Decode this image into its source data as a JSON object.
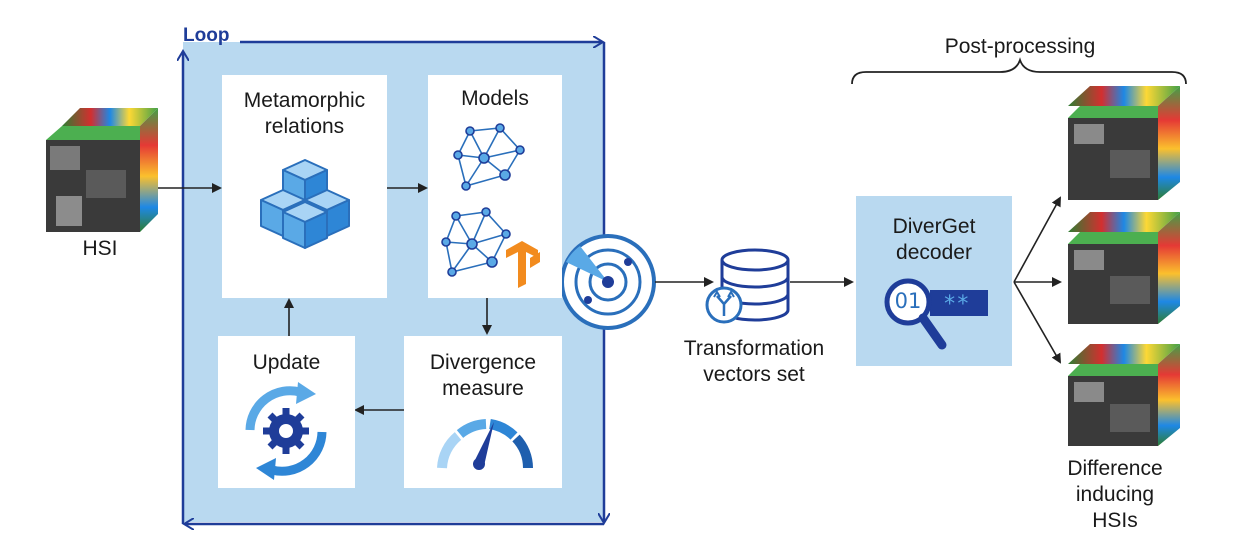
{
  "loop_label": "Loop",
  "input_label": "HSI",
  "boxes": {
    "metamorphic": "Metamorphic\nrelations",
    "models": "Models",
    "update": "Update",
    "divergence": "Divergence\nmeasure"
  },
  "vectors_label": "Transformation\nvectors set",
  "decoder_label": "DiverGet\ndecoder",
  "decoder_code": "01",
  "postprocessing_label": "Post-processing",
  "output_label": "Difference\ninducing\nHSIs",
  "icons": [
    "hsi-cube-icon",
    "cubes-icon",
    "network-icon",
    "tensorflow-icon",
    "gauge-icon",
    "gear-cycle-icon",
    "radar-icon",
    "database-icon",
    "fork-icon",
    "magnifier-icon"
  ],
  "colors": {
    "loop_bg": "#b9d9f0",
    "loop_border": "#1f3d99",
    "accent_blue": "#2a6fbb",
    "light_blue": "#5aa9e6",
    "tf_orange": "#f28b1e"
  }
}
